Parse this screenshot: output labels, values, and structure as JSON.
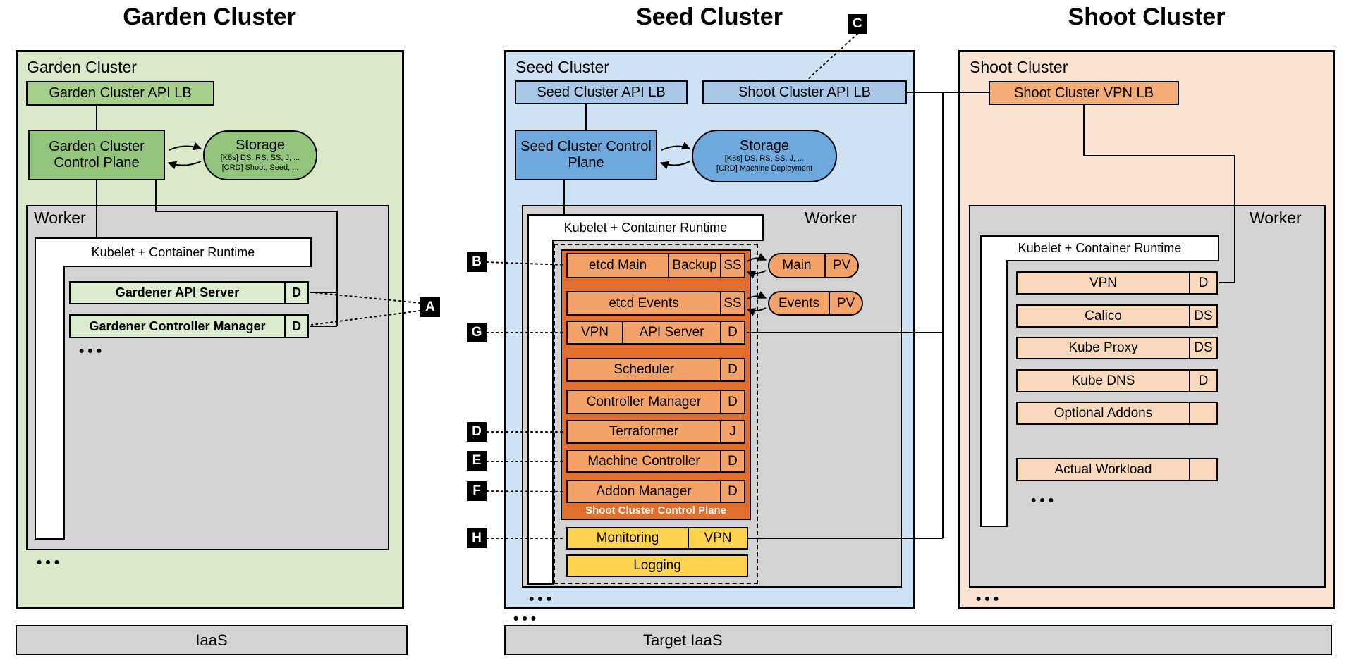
{
  "titles": {
    "garden": "Garden Cluster",
    "seed": "Seed Cluster",
    "shoot": "Shoot Cluster"
  },
  "common": {
    "worker": "Worker",
    "kubelet": "Kubelet + Container Runtime",
    "ellipsis": "•••"
  },
  "garden": {
    "label": "Garden Cluster",
    "api_lb": "Garden Cluster API LB",
    "control_plane": "Garden Cluster Control Plane",
    "storage": {
      "title": "Storage",
      "line1": "[K8s] DS, RS, SS, J, ...",
      "line2": "[CRD] Shoot, Seed, ..."
    },
    "pods": [
      {
        "name": "Gardener API Server",
        "suffix": "D"
      },
      {
        "name": "Gardener Controller Manager",
        "suffix": "D"
      }
    ],
    "iaas": "IaaS"
  },
  "seed": {
    "label": "Seed Cluster",
    "api_lb": "Seed Cluster API LB",
    "shoot_api_lb": "Shoot Cluster API LB",
    "control_plane": "Seed Cluster Control Plane",
    "storage": {
      "title": "Storage",
      "line1": "[K8s] DS, RS, SS, J, ...",
      "line2": "[CRD] Machine Deployment"
    },
    "control_plane_box_label": "Shoot Cluster Control Plane",
    "pods": [
      {
        "name": "etcd Main",
        "mid": "Backup",
        "suffix": "SS"
      },
      {
        "name": "etcd Events",
        "suffix": "SS"
      },
      {
        "name": "VPN",
        "mid": "API Server",
        "suffix": "D"
      },
      {
        "name": "Scheduler",
        "suffix": "D"
      },
      {
        "name": "Controller Manager",
        "suffix": "D"
      },
      {
        "name": "Terraformer",
        "suffix": "J"
      },
      {
        "name": "Machine Controller",
        "suffix": "D"
      },
      {
        "name": "Addon Manager",
        "suffix": "D"
      }
    ],
    "monitoring": {
      "left": "Monitoring",
      "right": "VPN"
    },
    "logging": "Logging",
    "volumes": [
      {
        "name": "Main",
        "suffix": "PV"
      },
      {
        "name": "Events",
        "suffix": "PV"
      }
    ],
    "iaas": "Target IaaS"
  },
  "shoot": {
    "label": "Shoot Cluster",
    "vpn_lb": "Shoot Cluster VPN LB",
    "pods": [
      {
        "name": "VPN",
        "suffix": "D"
      },
      {
        "name": "Calico",
        "suffix": "DS"
      },
      {
        "name": "Kube Proxy",
        "suffix": "DS"
      },
      {
        "name": "Kube DNS",
        "suffix": "D"
      },
      {
        "name": "Optional Addons",
        "suffix": ""
      },
      {
        "name": "Actual Workload",
        "suffix": ""
      }
    ]
  },
  "markers": {
    "a": "A",
    "b": "B",
    "c": "C",
    "d": "D",
    "e": "E",
    "f": "F",
    "g": "G",
    "h": "H"
  },
  "palette": {
    "garden_panel": "#d9e9ca",
    "garden_node": "#93c47d",
    "garden_lb": "#a6cf8c",
    "garden_pod": "#dcecd1",
    "seed_panel": "#cfe2f3",
    "seed_node": "#6fa8dc",
    "seed_lb": "#a9c7e7",
    "shoot_panel": "#fae3d2",
    "shoot_lb": "#f4ad76",
    "shoot_pod": "#fad9bd",
    "control_plane_container": "#e06e2c",
    "seed_pod": "#f4a368",
    "monitoring_yellow": "#ffd34d",
    "worker_gray": "#d3d3d3",
    "line": "#000000"
  }
}
